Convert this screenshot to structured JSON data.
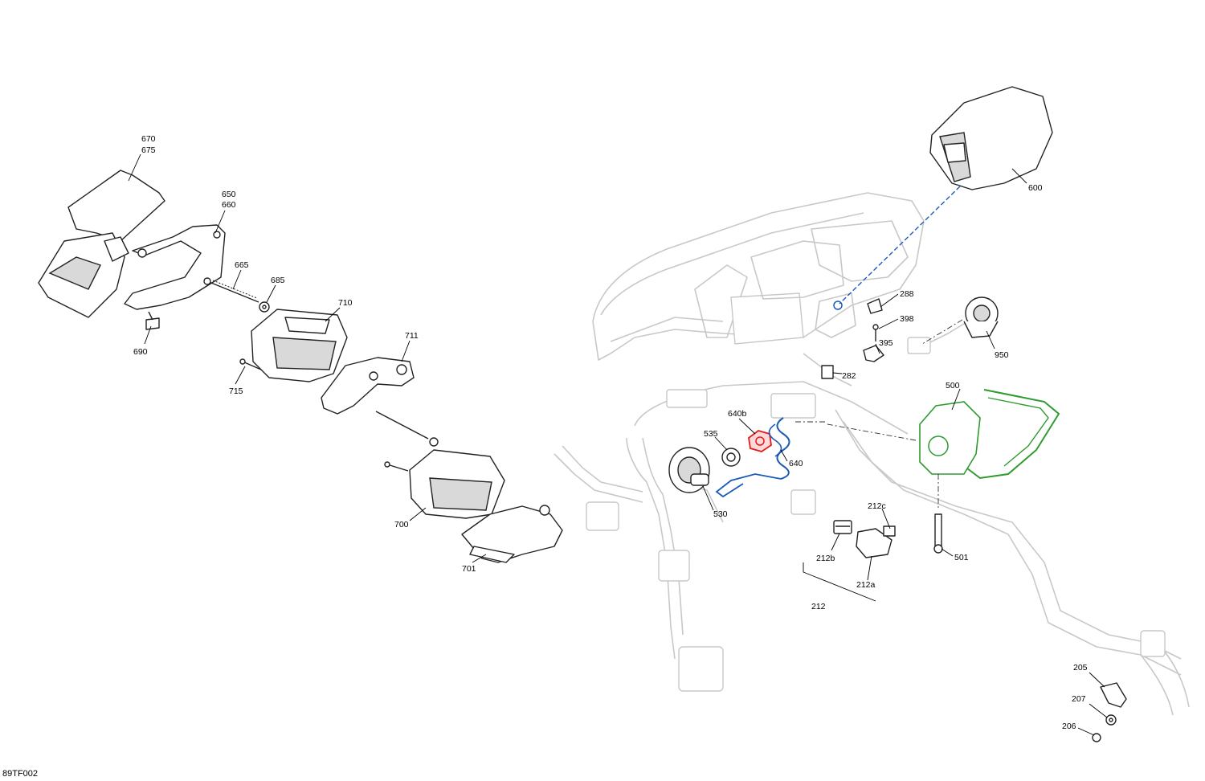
{
  "diagram_code": "89TF002",
  "highlight_colors": {
    "red_part": "#e01b1b",
    "blue_part": "#1c5bb8",
    "green_part": "#2e9b2e"
  },
  "callouts": {
    "c670": "670",
    "c675": "675",
    "c650": "650",
    "c660": "660",
    "c665": "665",
    "c685": "685",
    "c690": "690",
    "c710": "710",
    "c711": "711",
    "c715": "715",
    "c700": "700",
    "c701": "701",
    "c600": "600",
    "c288": "288",
    "c398": "398",
    "c395": "395",
    "c282": "282",
    "c950": "950",
    "c500": "500",
    "c501": "501",
    "c640b": "640b",
    "c640": "640",
    "c535": "535",
    "c530": "530",
    "c212c": "212c",
    "c212b": "212b",
    "c212a": "212a",
    "c212": "212",
    "c205": "205",
    "c207": "207",
    "c206": "206"
  }
}
